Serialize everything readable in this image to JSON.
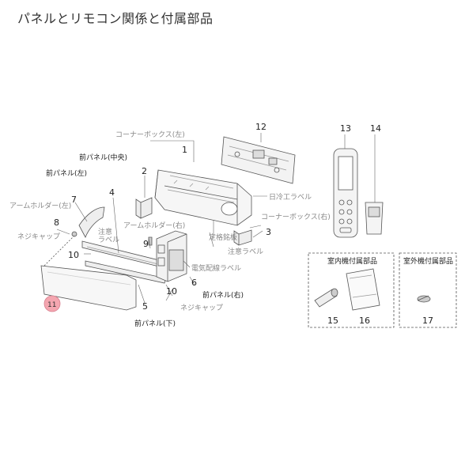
{
  "title": "パネルとリモコン関係と付属部品",
  "labels": {
    "corner_box_left": "コーナーボックス(左)",
    "corner_box_right": "コーナーボックス(右)",
    "front_panel_center": "前パネル(中央)",
    "front_panel_left": "前パネル(左)",
    "front_panel_right": "前パネル(右)",
    "front_panel_lower": "前パネル(下)",
    "arm_holder_left": "アームホルダー(左)",
    "arm_holder_right": "アームホルダー(右)",
    "screw_cap_left": "ネジキャップ",
    "screw_cap_right": "ネジキャップ",
    "caution_label_left": "注意\nラベル",
    "caution_label": "注意ラベル",
    "rating_plate": "定格銘板",
    "nitto_label": "日冷工ラベル",
    "wiring_label": "電気配線ラベル",
    "indoor_accessories": "室内機付属部品",
    "outdoor_accessories": "室外機付属部品"
  },
  "numbers": {
    "n1": "1",
    "n2": "2",
    "n3": "3",
    "n4": "4",
    "n5": "5",
    "n6": "6",
    "n7": "7",
    "n8": "8",
    "n9": "9",
    "n10a": "10",
    "n10b": "10",
    "n11": "11",
    "n12": "12",
    "n13": "13",
    "n14": "14",
    "n15": "15",
    "n16": "16",
    "n17": "17"
  },
  "colors": {
    "gray_text": "#888888",
    "dark_text": "#222222",
    "highlight": "#f4a6b0"
  }
}
